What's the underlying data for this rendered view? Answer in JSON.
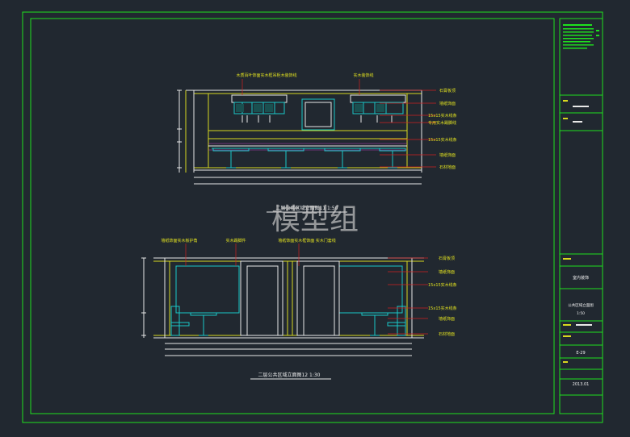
{
  "sheet": {
    "watermark": "模型组",
    "title_bar": {
      "project_name": "室内装饰",
      "drawing_name": "公共区域立面图",
      "drawing_scale": "1:50",
      "drawing_number": "E-29",
      "date": "2013.01"
    }
  },
  "elevation_1": {
    "caption": "二层公共区域立面图11  1:50",
    "top_labels": [
      "木质百叶饰面实木框吊柜木装饰线",
      "实木装饰线"
    ],
    "right_labels": [
      "石膏板顶",
      "墙纸饰面",
      "15x15实木线条",
      "专用实木踢脚线",
      "15x15实木线条",
      "墙纸饰面",
      "石材地面"
    ]
  },
  "elevation_2": {
    "caption": "二层公共区域立面图12  1:30",
    "top_labels": [
      "墙纸饰面实木板护角",
      "实木踢脚件",
      "墙纸饰面实木框饰面 实木门套线"
    ],
    "right_labels": [
      "石膏板顶",
      "墙纸饰面",
      "15x15实木线条",
      "15x15实木线条",
      "墙纸饰面",
      "石材地面"
    ]
  }
}
